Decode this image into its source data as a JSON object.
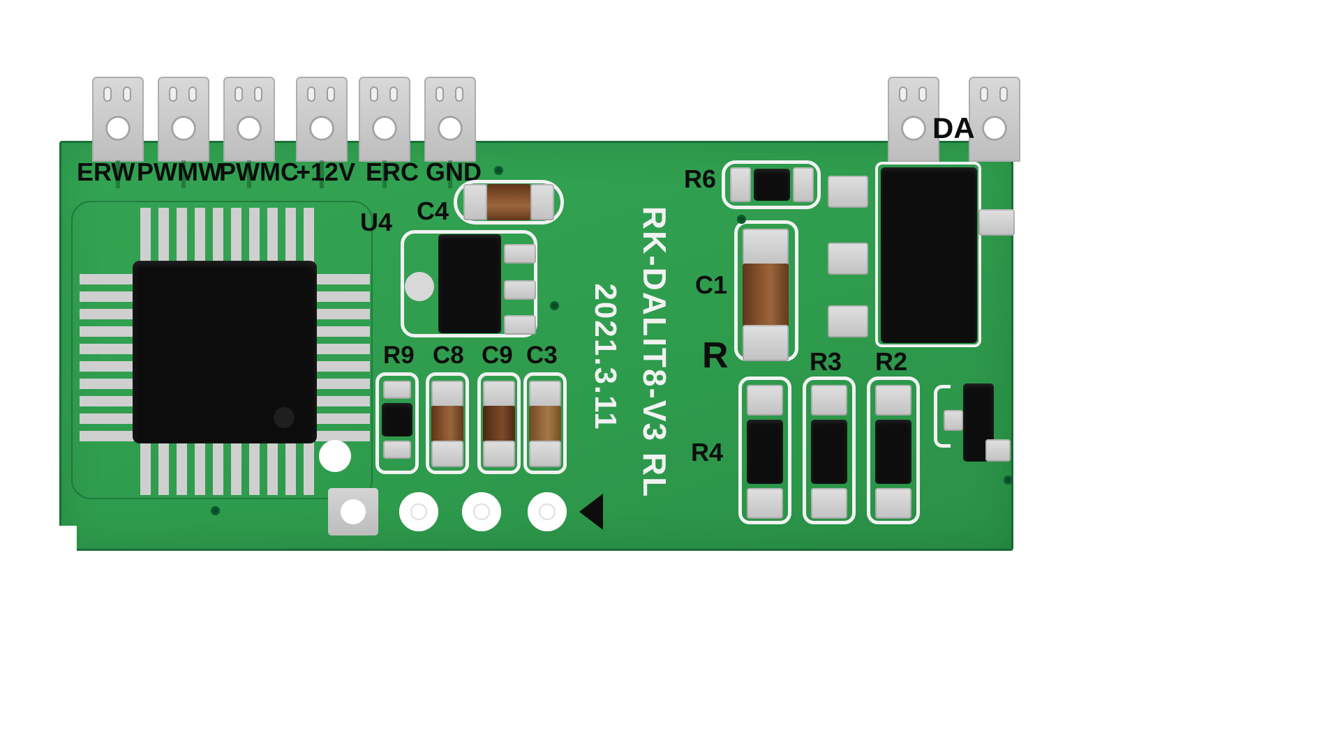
{
  "board": {
    "terminals": [
      "ERW",
      "PWMW",
      "PWMC",
      "+12V",
      "ERC",
      "GND"
    ],
    "da_label": "DA",
    "refs": {
      "u4": "U4",
      "c4": "C4",
      "r9": "R9",
      "c8": "C8",
      "c9": "C9",
      "c3": "C3",
      "r6": "R6",
      "c1": "C1",
      "r": "R",
      "r3": "R3",
      "r2": "R2",
      "r4": "R4"
    },
    "model": "RK-DALIT8-V3 RL",
    "date": "2021.3.11",
    "colors": {
      "pcb_green": "#2f9c4d",
      "silkscreen_white": "#f2f2f2",
      "pad_gray": "#c9c9c9",
      "ic_black": "#0d0d0d",
      "capacitor_brown": "#8a5530",
      "label_black": "#0d0d0d"
    }
  }
}
